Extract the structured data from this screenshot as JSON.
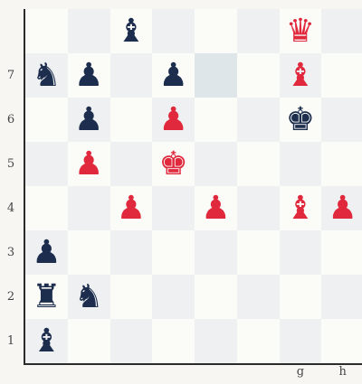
{
  "board": {
    "files": [
      "a",
      "b",
      "c",
      "d",
      "e",
      "f",
      "g",
      "h"
    ],
    "rank_labels": [
      "8",
      "7",
      "6",
      "5",
      "4",
      "3",
      "2",
      "1"
    ],
    "shown_rank_labels": [
      "",
      "7",
      "6",
      "5",
      "4",
      "3",
      "2",
      "1"
    ],
    "shown_file_labels": [
      "",
      "",
      "",
      "",
      "",
      "",
      "g",
      "h"
    ],
    "colors": {
      "black": "#1c2d4d",
      "red": "#e0293d",
      "light": "#fbfbf8",
      "dark": "#eef0f1"
    },
    "highlighted_squares": [
      "e7"
    ],
    "pieces": [
      {
        "square": "c8",
        "color": "black",
        "type": "bishop",
        "glyph": "♝",
        "name": "black-bishop-c8"
      },
      {
        "square": "g8",
        "color": "red",
        "type": "queen",
        "glyph": "♛",
        "name": "red-queen-g8"
      },
      {
        "square": "a7",
        "color": "black",
        "type": "knight",
        "glyph": "♞",
        "name": "black-knight-a7"
      },
      {
        "square": "b7",
        "color": "black",
        "type": "pawn",
        "glyph": "♟",
        "name": "black-pawn-b7"
      },
      {
        "square": "d7",
        "color": "black",
        "type": "pawn",
        "glyph": "♟",
        "name": "black-pawn-d7"
      },
      {
        "square": "g7",
        "color": "red",
        "type": "bishop",
        "glyph": "♝",
        "name": "red-bishop-g7"
      },
      {
        "square": "b6",
        "color": "black",
        "type": "pawn",
        "glyph": "♟",
        "name": "black-pawn-b6"
      },
      {
        "square": "d6",
        "color": "red",
        "type": "pawn",
        "glyph": "♟",
        "name": "red-pawn-d6"
      },
      {
        "square": "g6",
        "color": "black",
        "type": "king",
        "glyph": "♚",
        "name": "black-king-g6"
      },
      {
        "square": "b5",
        "color": "red",
        "type": "pawn",
        "glyph": "♟",
        "name": "red-pawn-b5"
      },
      {
        "square": "d5",
        "color": "red",
        "type": "king",
        "glyph": "♚",
        "name": "red-king-d5"
      },
      {
        "square": "c4",
        "color": "red",
        "type": "pawn",
        "glyph": "♟",
        "name": "red-pawn-c4"
      },
      {
        "square": "e4",
        "color": "red",
        "type": "pawn",
        "glyph": "♟",
        "name": "red-pawn-e4"
      },
      {
        "square": "g4",
        "color": "red",
        "type": "bishop",
        "glyph": "♝",
        "name": "red-bishop-g4"
      },
      {
        "square": "h4",
        "color": "red",
        "type": "pawn",
        "glyph": "♟",
        "name": "red-pawn-h4"
      },
      {
        "square": "a3",
        "color": "black",
        "type": "pawn",
        "glyph": "♟",
        "name": "black-pawn-a3"
      },
      {
        "square": "a2",
        "color": "black",
        "type": "rook",
        "glyph": "♜",
        "name": "black-rook-a2"
      },
      {
        "square": "b2",
        "color": "black",
        "type": "knight",
        "glyph": "♞",
        "name": "black-knight-b2"
      },
      {
        "square": "a1",
        "color": "black",
        "type": "bishop",
        "glyph": "♝",
        "name": "black-bishop-a1"
      }
    ]
  }
}
